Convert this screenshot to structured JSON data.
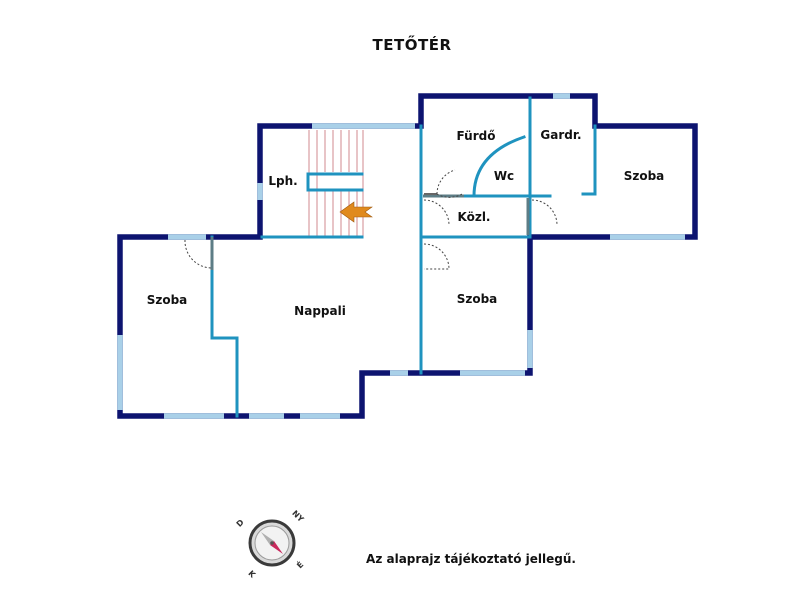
{
  "plan": {
    "title": "TETŐTÉR",
    "rooms": {
      "lph": "Lph.",
      "furdo": "Fürdő",
      "gardr": "Gardr.",
      "wc": "Wc",
      "szoba_right": "Szoba",
      "kozl": "Közl.",
      "szoba_left": "Szoba",
      "nappali": "Nappali",
      "szoba_middle": "Szoba"
    },
    "colors": {
      "exterior_wall": "#0d1470",
      "interior_wall": "#1f93bf",
      "window": "#a9d0e8",
      "stair_rail": "#c76b73",
      "arrow": "#e08a1e"
    }
  },
  "compass": {
    "n": "É",
    "e": "K",
    "s": "D",
    "w": "NY",
    "needle": "compass-needle-icon"
  },
  "footer": {
    "note": "Az alaprajz tájékoztató jellegű."
  }
}
